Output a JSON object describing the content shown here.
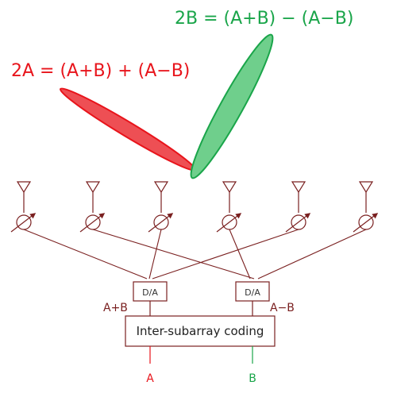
{
  "beams": {
    "beam_2a": {
      "label": "2A = (A+B) + (A−B)",
      "color": "#e8141b",
      "fill": "#e8141b"
    },
    "beam_2b": {
      "label": "2B = (A+B) − (A−B)",
      "color": "#1aa54a",
      "fill": "#6fcf8c"
    }
  },
  "converters": {
    "left_label": "D/A",
    "right_label": "D/A"
  },
  "signals": {
    "sum_label": "A+B",
    "diff_label": "A−B"
  },
  "coding_block": {
    "label": "Inter-subarray coding"
  },
  "outputs": {
    "a": {
      "label": "A",
      "color": "#e8141b"
    },
    "b": {
      "label": "B",
      "color": "#1aa54a"
    }
  },
  "colors": {
    "wiring": "#7a2020"
  }
}
